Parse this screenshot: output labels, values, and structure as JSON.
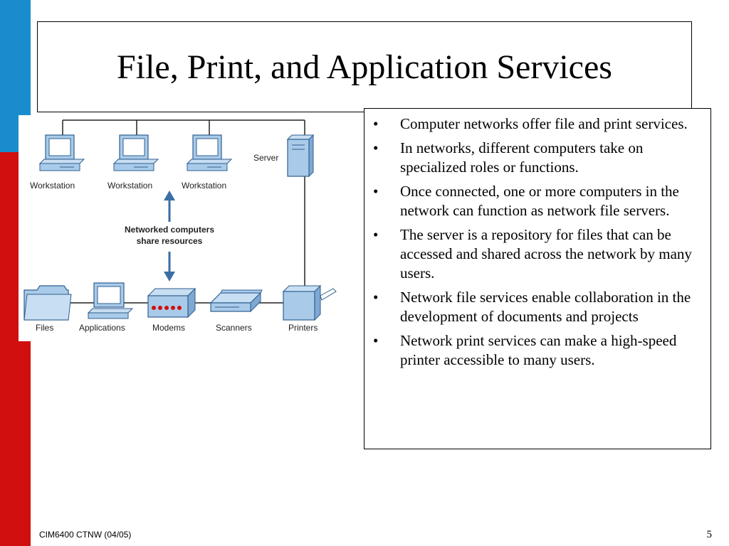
{
  "slide": {
    "title": "File, Print, and Application Services",
    "footer_left": "CIM6400 CTNW (04/05)",
    "page_number": "5"
  },
  "diagram": {
    "workstation_label_1": "Workstation",
    "workstation_label_2": "Workstation",
    "workstation_label_3": "Workstation",
    "server_label": "Server",
    "center_line_1": "Networked computers",
    "center_line_2": "share resources",
    "files_label": "Files",
    "applications_label": "Applications",
    "modems_label": "Modems",
    "scanners_label": "Scanners",
    "printers_label": "Printers"
  },
  "bullets": [
    "Computer networks offer file and print services.",
    "In networks, different computers take on specialized roles or functions.",
    "Once connected, one or more computers in the network can function as network file servers.",
    "The server is a repository for files that can be accessed and shared across the network by many users.",
    "Network file services enable collaboration in the development of documents and projects",
    "Network print services can make a high-speed printer accessible to many users."
  ],
  "colors": {
    "band_blue": "#1a8ccd",
    "band_red": "#d10f0f",
    "device_blue": "#a9cbe9",
    "arrow_blue": "#3a6ea5"
  }
}
